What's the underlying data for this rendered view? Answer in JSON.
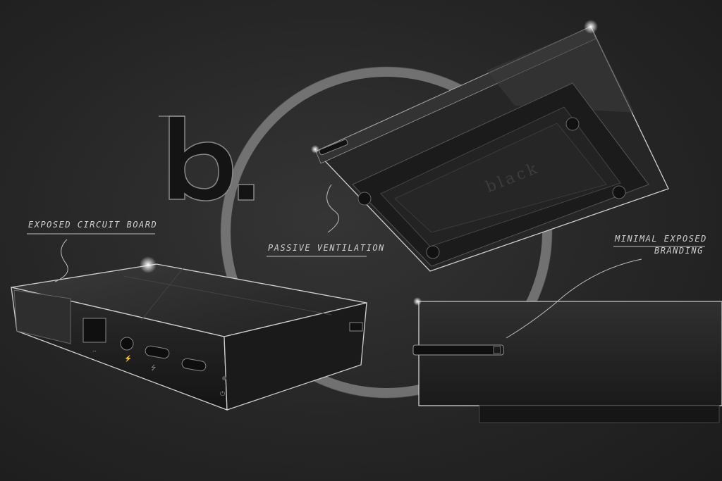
{
  "annotations": {
    "circuit": "Exposed circuit board",
    "ventilation": "Passive ventilation",
    "branding_line1": "Minimal exposed",
    "branding_line2": "branding"
  },
  "logo": {
    "mark": "b."
  },
  "device": {
    "bottom_label": "black"
  },
  "colors": {
    "background": "#262626",
    "sketch_line": "#d8d8d8",
    "ring": "#8c8c8c",
    "device_dark": "#1e1e1e",
    "highlight": "#ffffff"
  },
  "icons": [
    "usb-icon",
    "power-icon",
    "lightning-icon",
    "ethernet-icon"
  ]
}
